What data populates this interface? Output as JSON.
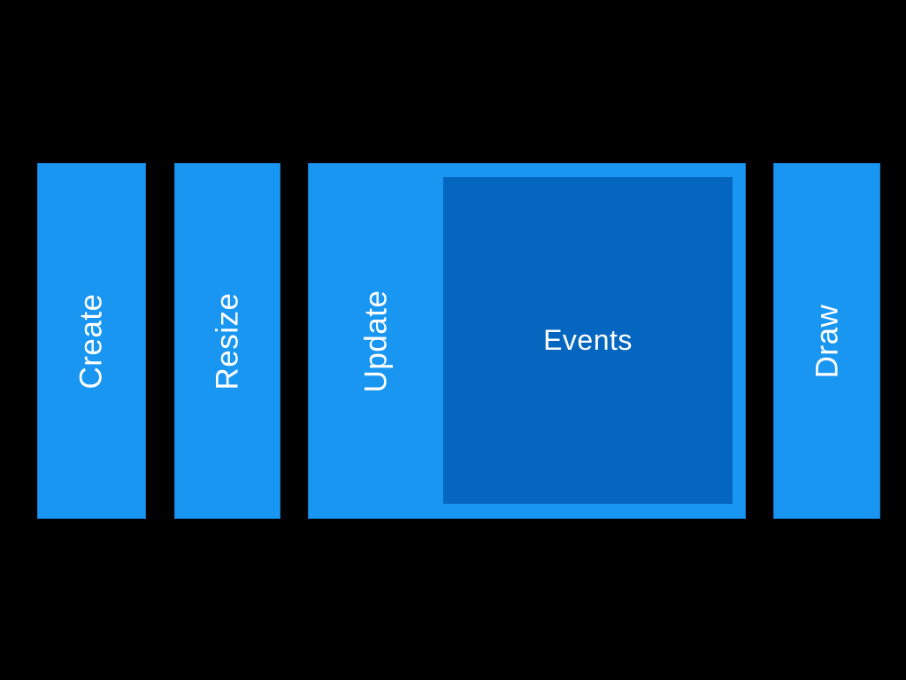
{
  "diagram": {
    "description": "Lifecycle stages diagram on black slide background",
    "stages": [
      {
        "id": "create",
        "label": "Create"
      },
      {
        "id": "resize",
        "label": "Resize"
      },
      {
        "id": "update",
        "label": "Update",
        "nested": {
          "id": "events",
          "label": "Events"
        }
      },
      {
        "id": "draw",
        "label": "Draw"
      }
    ],
    "colors": {
      "background": "#000000",
      "stage_fill": "#1996F2",
      "nested_fill": "#0566BF",
      "label_text": "#FFFFFF"
    }
  }
}
